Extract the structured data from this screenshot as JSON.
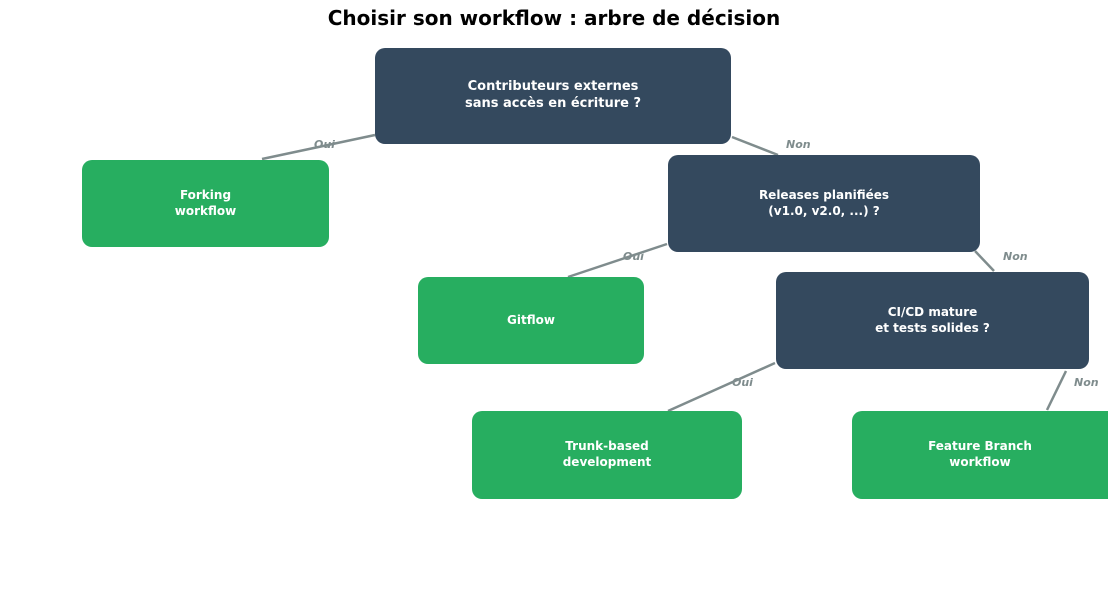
{
  "title": "Choisir son workflow : arbre de décision",
  "colors": {
    "decision": "#34495e",
    "leaf": "#27ae60",
    "edge": "#7f8c8d",
    "edge_label": "#7f8c8d"
  },
  "nodes": {
    "root": "Contributeurs externes\nsans accès en écriture ?",
    "forking": "Forking\nworkflow",
    "releases": "Releases planifiées\n(v1.0, v2.0, ...) ?",
    "gitflow": "Gitflow",
    "cicd": "CI/CD mature\net tests solides ?",
    "trunk": "Trunk-based\ndevelopment",
    "feature": "Feature Branch\nworkflow"
  },
  "edges": {
    "root_forking": "Oui",
    "root_releases": "Non",
    "releases_gitflow": "Oui",
    "releases_cicd": "Non",
    "cicd_trunk": "Oui",
    "cicd_feature": "Non"
  }
}
